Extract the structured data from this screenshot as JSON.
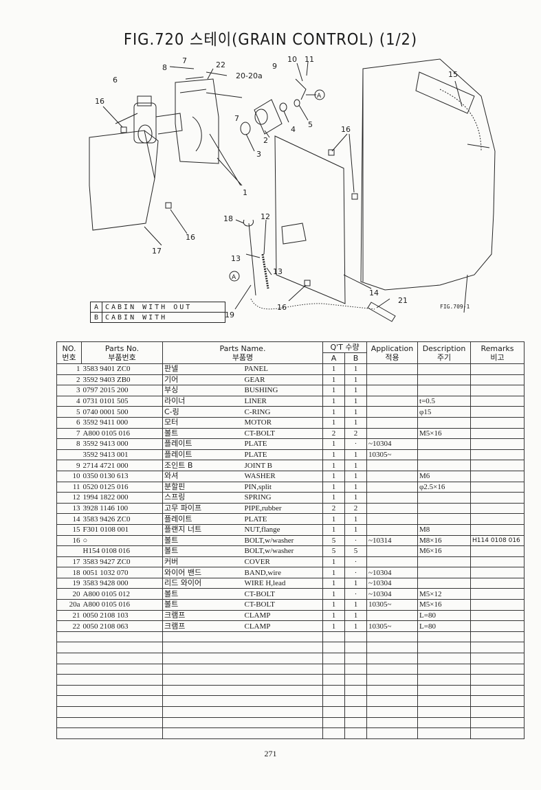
{
  "title": "FIG.720 스테이(GRAIN CONTROL) (1/2)",
  "figure_ref": "FIG.709-1",
  "page_number": "271",
  "callouts": [
    "1",
    "2",
    "3",
    "4",
    "5",
    "6",
    "7",
    "7",
    "8",
    "9",
    "10",
    "11",
    "12",
    "13",
    "13",
    "14",
    "15",
    "16",
    "16",
    "16",
    "16",
    "17",
    "18",
    "19",
    "20-20a",
    "21",
    "22"
  ],
  "markers": [
    "A",
    "A"
  ],
  "legend": [
    {
      "key": "A",
      "text": "CABIN WITH OUT"
    },
    {
      "key": "B",
      "text": "CABIN WITH"
    }
  ],
  "table": {
    "headers": {
      "no": "NO.",
      "no_kr": "번호",
      "part_no": "Parts No.",
      "part_no_kr": "부품번호",
      "name": "Parts Name.",
      "name_kr": "부품명",
      "qty": "Q'T 수량",
      "qty_a": "A",
      "qty_b": "B",
      "application": "Application",
      "application_kr": "적용",
      "description": "Description",
      "description_kr": "주기",
      "remarks": "Remarks",
      "remarks_kr": "비고"
    },
    "rows": [
      {
        "no": "1",
        "part": "3583 9401 ZC0",
        "kr": "판넬",
        "en": "PANEL",
        "a": "1",
        "b": "1",
        "app": "",
        "desc": "",
        "rem": ""
      },
      {
        "no": "2",
        "part": "3592 9403 ZB0",
        "kr": "기어",
        "en": "GEAR",
        "a": "1",
        "b": "1",
        "app": "",
        "desc": "",
        "rem": ""
      },
      {
        "no": "3",
        "part": "0797 2015 200",
        "kr": "부싱",
        "en": "BUSHING",
        "a": "1",
        "b": "1",
        "app": "",
        "desc": "",
        "rem": ""
      },
      {
        "no": "4",
        "part": "0731 0101 505",
        "kr": "라이너",
        "en": "LINER",
        "a": "1",
        "b": "1",
        "app": "",
        "desc": "t=0.5",
        "rem": ""
      },
      {
        "no": "5",
        "part": "0740 0001 500",
        "kr": "C-링",
        "en": "C-RING",
        "a": "1",
        "b": "1",
        "app": "",
        "desc": "φ15",
        "rem": ""
      },
      {
        "no": "6",
        "part": "3592 9411 000",
        "kr": "모터",
        "en": "MOTOR",
        "a": "1",
        "b": "1",
        "app": "",
        "desc": "",
        "rem": ""
      },
      {
        "no": "7",
        "part": "A800 0105 016",
        "kr": "볼트",
        "en": "CT-BOLT",
        "a": "2",
        "b": "2",
        "app": "",
        "desc": "M5×16",
        "rem": ""
      },
      {
        "no": "8",
        "part": "3592 9413 000",
        "kr": "플레이트",
        "en": "PLATE",
        "a": "1",
        "b": "·",
        "app": "~10304",
        "desc": "",
        "rem": ""
      },
      {
        "no": "",
        "part": "3592 9413 001",
        "kr": "플레이트",
        "en": "PLATE",
        "a": "1",
        "b": "1",
        "app": "10305~",
        "desc": "",
        "rem": ""
      },
      {
        "no": "9",
        "part": "2714 4721 000",
        "kr": "조인트 B",
        "en": "JOINT B",
        "a": "1",
        "b": "1",
        "app": "",
        "desc": "",
        "rem": ""
      },
      {
        "no": "10",
        "part": "0350 0130 613",
        "kr": "와셔",
        "en": "WASHER",
        "a": "1",
        "b": "1",
        "app": "",
        "desc": "M6",
        "rem": ""
      },
      {
        "no": "11",
        "part": "0520 0125 016",
        "kr": "분할핀",
        "en": "PIN,split",
        "a": "1",
        "b": "1",
        "app": "",
        "desc": "φ2.5×16",
        "rem": ""
      },
      {
        "no": "12",
        "part": "1994 1822 000",
        "kr": "스프링",
        "en": "SPRING",
        "a": "1",
        "b": "1",
        "app": "",
        "desc": "",
        "rem": ""
      },
      {
        "no": "13",
        "part": "3928 1146 100",
        "kr": "고무 파이프",
        "en": "PIPE,rubber",
        "a": "2",
        "b": "2",
        "app": "",
        "desc": "",
        "rem": ""
      },
      {
        "no": "14",
        "part": "3583 9426 ZC0",
        "kr": "플레이트",
        "en": "PLATE",
        "a": "1",
        "b": "1",
        "app": "",
        "desc": "",
        "rem": ""
      },
      {
        "no": "15",
        "part": "F301 0108 001",
        "kr": "플랜지 너트",
        "en": "NUT,flange",
        "a": "1",
        "b": "1",
        "app": "",
        "desc": "M8",
        "rem": ""
      },
      {
        "no": "16",
        "part": "○",
        "kr": "볼트",
        "en": "BOLT,w/washer",
        "a": "5",
        "b": "·",
        "app": "~10314",
        "desc": "M8×16",
        "rem": "H114 0108 016"
      },
      {
        "no": "",
        "part": "H154 0108 016",
        "kr": "볼트",
        "en": "BOLT,w/washer",
        "a": "5",
        "b": "5",
        "app": "",
        "desc": "M6×16",
        "rem": ""
      },
      {
        "no": "17",
        "part": "3583 9427 ZC0",
        "kr": "커버",
        "en": "COVER",
        "a": "1",
        "b": "·",
        "app": "",
        "desc": "",
        "rem": ""
      },
      {
        "no": "18",
        "part": "0051 1032 070",
        "kr": "와이어 밴드",
        "en": "BAND,wire",
        "a": "1",
        "b": "·",
        "app": "~10304",
        "desc": "",
        "rem": ""
      },
      {
        "no": "19",
        "part": "3583 9428 000",
        "kr": "리드 와이어",
        "en": "WIRE H,lead",
        "a": "1",
        "b": "1",
        "app": "~10304",
        "desc": "",
        "rem": ""
      },
      {
        "no": "20",
        "part": "A800 0105 012",
        "kr": "볼트",
        "en": "CT-BOLT",
        "a": "1",
        "b": "·",
        "app": "~10304",
        "desc": "M5×12",
        "rem": ""
      },
      {
        "no": "20a",
        "part": "A800 0105 016",
        "kr": "볼트",
        "en": "CT-BOLT",
        "a": "1",
        "b": "1",
        "app": "10305~",
        "desc": "M5×16",
        "rem": ""
      },
      {
        "no": "21",
        "part": "0050 2108 103",
        "kr": "크램프",
        "en": "CLAMP",
        "a": "1",
        "b": "1",
        "app": "",
        "desc": "L=80",
        "rem": ""
      },
      {
        "no": "22",
        "part": "0050 2108 063",
        "kr": "크램프",
        "en": "CLAMP",
        "a": "1",
        "b": "1",
        "app": "10305~",
        "desc": "L=80",
        "rem": ""
      }
    ],
    "blank_rows": 10
  }
}
